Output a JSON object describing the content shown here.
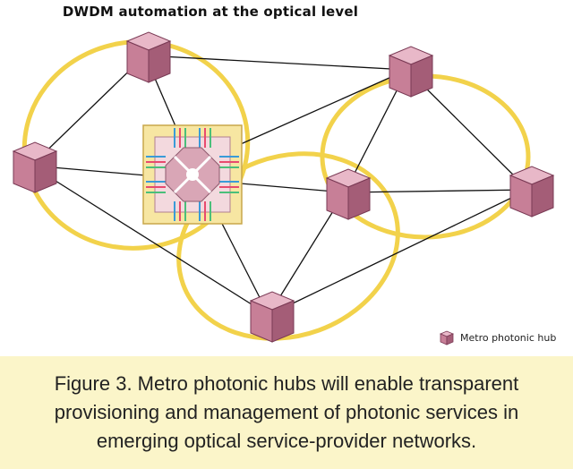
{
  "title": "DWDM automation at the optical level",
  "legend": {
    "label": "Metro photonic hub"
  },
  "caption": "Figure 3. Metro photonic hubs will enable transparent provisioning and management of photonic services in emerging optical service-provider networks.",
  "colors": {
    "ring": "#f2d24b",
    "hub_top": "#e8b8c8",
    "hub_front": "#c77f97",
    "hub_side": "#a45d77",
    "hub_edge": "#7a3a55",
    "link": "#111111",
    "switch_bg": "#f7e6a2",
    "switch_core": "#d9a6b6",
    "caption_bg": "#fbf5c9"
  }
}
